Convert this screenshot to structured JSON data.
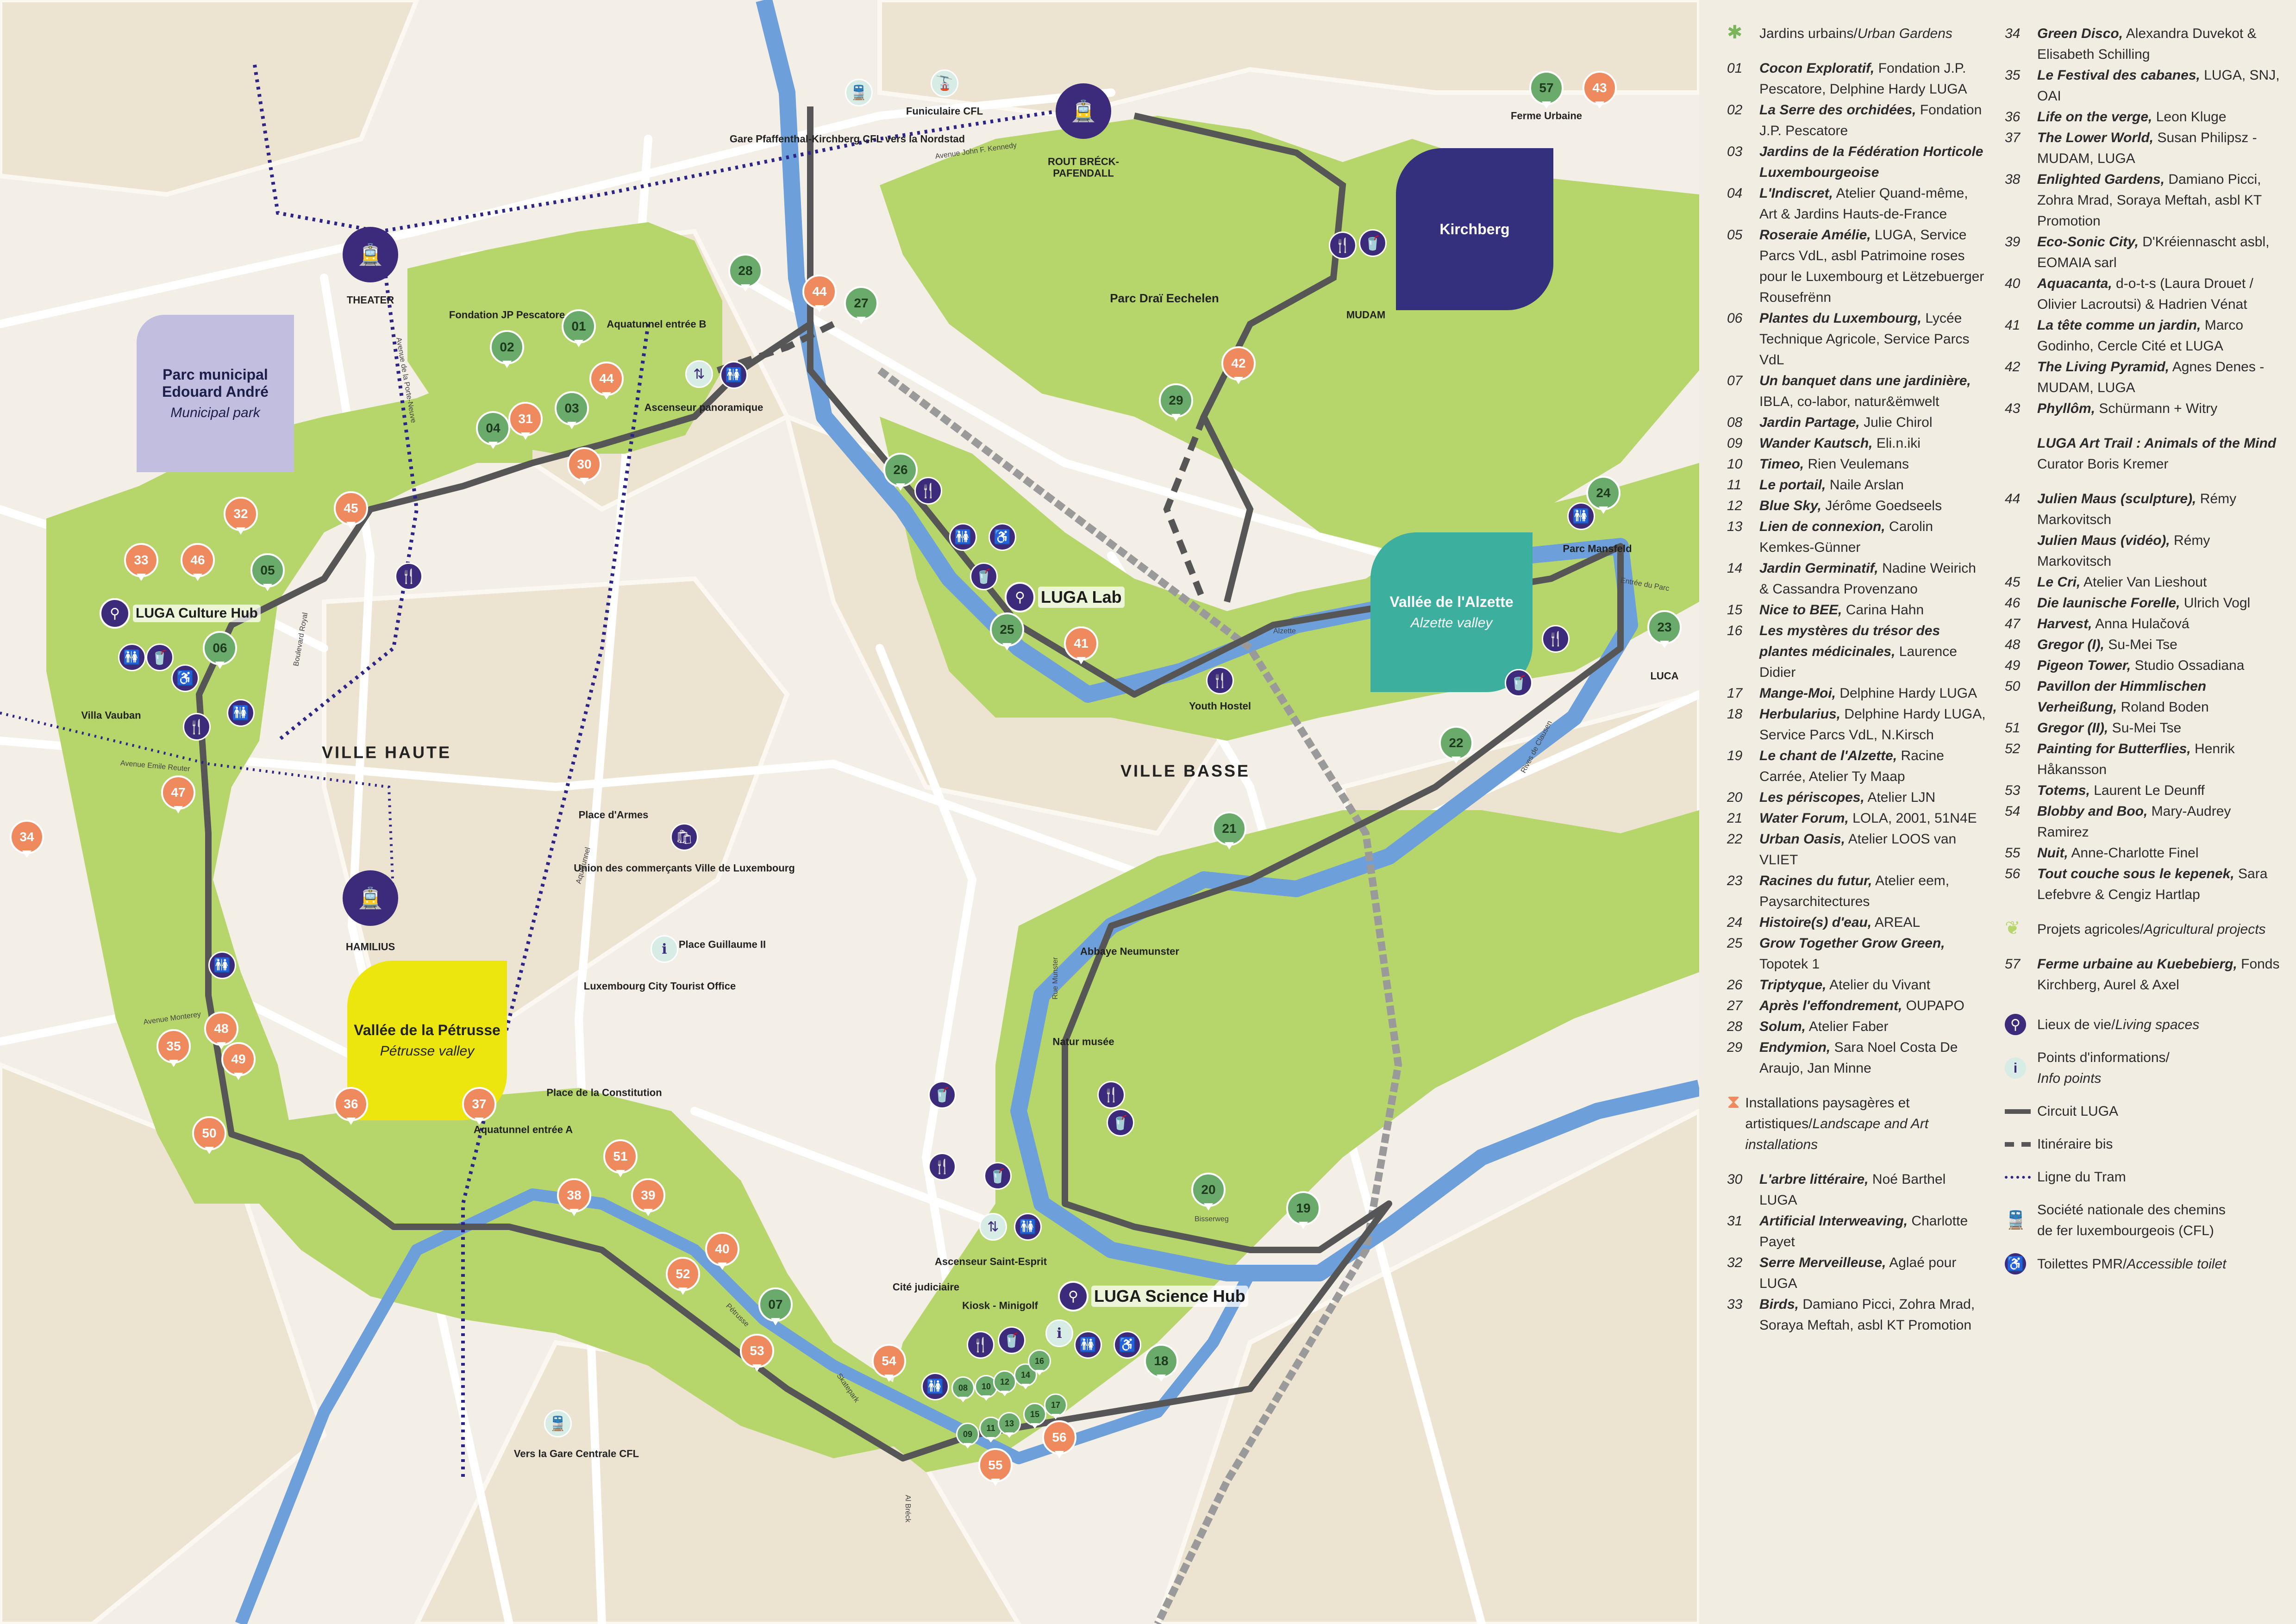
{
  "colors": {
    "park": "#b6d56a",
    "water": "#6d9fda",
    "circuit": "#565656",
    "tram_line": "#2c2587",
    "purple": "#3c2a7a",
    "green_pin": "#6aaa6a",
    "orange_pin": "#ee8a5e",
    "kirchberg": "#35307d",
    "alzette": "#3caf9f",
    "petrusse": "#ede60e",
    "parc_municipal": "#c1bedf",
    "background": "#f3efe6"
  },
  "map": {
    "areas": {
      "ville_haute": "VILLE HAUTE",
      "ville_basse": "VILLE BASSE"
    },
    "leaves": {
      "parc_municipal": {
        "title": "Parc municipal Edouard André",
        "subtitle": "Municipal park"
      },
      "kirchberg": {
        "title": "Kirchberg"
      },
      "alzette": {
        "title": "Vallée de l'Alzette",
        "subtitle": "Alzette valley"
      },
      "petrusse": {
        "title": "Vallée de la Pétrusse",
        "subtitle": "Pétrusse valley"
      }
    },
    "tram_stops": {
      "theater": "THEATER",
      "hamilius": "HAMILIUS",
      "rout_breck": "ROUT BRÉCK-PAFENDALL"
    },
    "hubs": {
      "culture": "LUGA Culture Hub",
      "lab": "LUGA Lab",
      "science": "LUGA Science Hub"
    },
    "labels": {
      "fondation": "Fondation JP Pescatore",
      "aquatunnel_b": "Aquatunnel entrée B",
      "ascenseur_pano": "Ascenseur panoramique",
      "gare_pfaff": "Gare Pfaffenthal-Kirchberg CFL vers la Nordstad",
      "funiculaire": "Funiculaire CFL",
      "ferme": "Ferme Urbaine",
      "parc_drai": "Parc Draï Eechelen",
      "mudam": "MUDAM",
      "parc_mansfeld": "Parc Mansfeld",
      "luca": "LUCA",
      "youth_hostel": "Youth Hostel",
      "villa_vauban": "Villa Vauban",
      "place_armes": "Place d'Armes",
      "union": "Union des commerçants Ville de Luxembourg",
      "place_guillaume": "Place Guillaume II",
      "tourist_office": "Luxembourg City Tourist Office",
      "abbaye": "Abbaye Neumunster",
      "natur": "Natur musée",
      "place_constitution": "Place de la Constitution",
      "aquatunnel_a": "Aquatunnel entrée A",
      "ascenseur_se": "Ascenseur Saint-Esprit",
      "cite_jud": "Cité judiciaire",
      "kiosk": "Kiosk - Minigolf",
      "gare_centrale": "Vers la Gare Centrale CFL",
      "aquatunnel_road": "Aquatunnel",
      "alzette_river": "Alzette",
      "rives": "Rives de Clausen",
      "petrusse_road": "Pétrusse",
      "skatepark": "Skatepark",
      "al_breck": "Al Bréck",
      "bisserweg": "Bisserweg",
      "rue_munster": "Rue Munster",
      "bd_royal": "Boulevard Royal",
      "av_reuter": "Avenue Emile Reuter",
      "av_monterey": "Avenue Monterey",
      "av_kennedy": "Avenue John F. Kennedy",
      "entree_parc": "Entrée du Parc",
      "av_porte_neuve": "Avenue de la Porte-Neuve"
    },
    "pins": [
      {
        "n": "01",
        "c": "green"
      },
      {
        "n": "02",
        "c": "green"
      },
      {
        "n": "03",
        "c": "green"
      },
      {
        "n": "04",
        "c": "green"
      },
      {
        "n": "05",
        "c": "green"
      },
      {
        "n": "06",
        "c": "green"
      },
      {
        "n": "07",
        "c": "green"
      },
      {
        "n": "18",
        "c": "green"
      },
      {
        "n": "19",
        "c": "green"
      },
      {
        "n": "20",
        "c": "green"
      },
      {
        "n": "21",
        "c": "green"
      },
      {
        "n": "22",
        "c": "green"
      },
      {
        "n": "23",
        "c": "green"
      },
      {
        "n": "24",
        "c": "green"
      },
      {
        "n": "25",
        "c": "green"
      },
      {
        "n": "26",
        "c": "green"
      },
      {
        "n": "27",
        "c": "green"
      },
      {
        "n": "28",
        "c": "green"
      },
      {
        "n": "29",
        "c": "green"
      },
      {
        "n": "57",
        "c": "green"
      },
      {
        "n": "30",
        "c": "orange"
      },
      {
        "n": "31",
        "c": "orange"
      },
      {
        "n": "32",
        "c": "orange"
      },
      {
        "n": "33",
        "c": "orange"
      },
      {
        "n": "34",
        "c": "orange"
      },
      {
        "n": "35",
        "c": "orange"
      },
      {
        "n": "36",
        "c": "orange"
      },
      {
        "n": "37",
        "c": "orange"
      },
      {
        "n": "38",
        "c": "orange"
      },
      {
        "n": "39",
        "c": "orange"
      },
      {
        "n": "40",
        "c": "orange"
      },
      {
        "n": "41",
        "c": "orange"
      },
      {
        "n": "42",
        "c": "orange"
      },
      {
        "n": "43",
        "c": "orange"
      },
      {
        "n": "44",
        "c": "orange"
      },
      {
        "n": "45",
        "c": "orange"
      },
      {
        "n": "46",
        "c": "orange"
      },
      {
        "n": "47",
        "c": "orange"
      },
      {
        "n": "48",
        "c": "orange"
      },
      {
        "n": "49",
        "c": "orange"
      },
      {
        "n": "50",
        "c": "orange"
      },
      {
        "n": "51",
        "c": "orange"
      },
      {
        "n": "52",
        "c": "orange"
      },
      {
        "n": "53",
        "c": "orange"
      },
      {
        "n": "54",
        "c": "orange"
      },
      {
        "n": "55",
        "c": "orange"
      },
      {
        "n": "56",
        "c": "orange"
      },
      {
        "n": "44",
        "c": "orange"
      },
      {
        "n": "08",
        "c": "green"
      },
      {
        "n": "09",
        "c": "green"
      },
      {
        "n": "10",
        "c": "green"
      },
      {
        "n": "11",
        "c": "green"
      },
      {
        "n": "12",
        "c": "green"
      },
      {
        "n": "13",
        "c": "green"
      },
      {
        "n": "14",
        "c": "green"
      },
      {
        "n": "15",
        "c": "green"
      },
      {
        "n": "16",
        "c": "green"
      },
      {
        "n": "17",
        "c": "green"
      }
    ]
  },
  "legend": {
    "urban_gardens_head": "Jardins urbains/",
    "urban_gardens_head_it": "Urban Gardens",
    "col1": [
      {
        "n": "01",
        "t": "Cocon Exploratif,",
        "s": " Fondation J.P. Pescatore, Delphine Hardy LUGA"
      },
      {
        "n": "02",
        "t": "La Serre des orchidées,",
        "s": " Fondation J.P. Pescatore"
      },
      {
        "n": "03",
        "t": "Jardins de la Fédération Horticole Luxembourgeoise",
        "s": ""
      },
      {
        "n": "04",
        "t": "L'Indiscret,",
        "s": " Atelier Quand-même, Art & Jardins Hauts-de-France"
      },
      {
        "n": "05",
        "t": "Roseraie Amélie,",
        "s": " LUGA, Service Parcs VdL, asbl Patrimoine roses pour le Luxembourg et Lëtzebuerger Rousefrënn"
      },
      {
        "n": "06",
        "t": "Plantes du Luxembourg,",
        "s": " Lycée Technique Agricole, Service Parcs VdL"
      },
      {
        "n": "07",
        "t": "Un banquet dans une jardinière,",
        "s": " IBLA, co-labor, natur&ëmwelt"
      },
      {
        "n": "08",
        "t": "Jardin Partage,",
        "s": " Julie Chirol"
      },
      {
        "n": "09",
        "t": "Wander Kautsch,",
        "s": " Eli.n.iki"
      },
      {
        "n": "10",
        "t": "Timeo,",
        "s": " Rien Veulemans"
      },
      {
        "n": "11",
        "t": "Le portail,",
        "s": " Naile Arslan"
      },
      {
        "n": "12",
        "t": "Blue Sky,",
        "s": " Jérôme Goedseels"
      },
      {
        "n": "13",
        "t": "Lien de connexion,",
        "s": " Carolin Kemkes-Günner"
      },
      {
        "n": "14",
        "t": "Jardin Germinatif,",
        "s": " Nadine Weirich & Cassandra Provenzano"
      },
      {
        "n": "15",
        "t": "Nice to BEE,",
        "s": " Carina Hahn"
      },
      {
        "n": "16",
        "t": "Les mystères du trésor des plantes médicinales,",
        "s": " Laurence Didier"
      },
      {
        "n": "17",
        "t": "Mange-Moi,",
        "s": " Delphine Hardy LUGA"
      },
      {
        "n": "18",
        "t": "Herbularius,",
        "s": " Delphine Hardy LUGA, Service Parcs VdL, N.Kirsch"
      },
      {
        "n": "19",
        "t": "Le chant de l'Alzette,",
        "s": " Racine Carrée, Atelier Ty Maap"
      },
      {
        "n": "20",
        "t": "Les périscopes,",
        "s": " Atelier LJN"
      },
      {
        "n": "21",
        "t": "Water Forum,",
        "s": " LOLA, 2001, 51N4E"
      },
      {
        "n": "22",
        "t": "Urban Oasis,",
        "s": " Atelier LOOS van VLIET"
      },
      {
        "n": "23",
        "t": "Racines du futur,",
        "s": " Atelier eem, Paysarchitectures"
      },
      {
        "n": "24",
        "t": "Histoire(s) d'eau,",
        "s": " AREAL"
      },
      {
        "n": "25",
        "t": "Grow Together Grow Green,",
        "s": " Topotek 1"
      },
      {
        "n": "26",
        "t": "Triptyque,",
        "s": " Atelier du Vivant"
      },
      {
        "n": "27",
        "t": "Après l'effondrement,",
        "s": " OUPAPO"
      },
      {
        "n": "28",
        "t": "Solum,",
        "s": " Atelier Faber"
      },
      {
        "n": "29",
        "t": "Endymion,",
        "s": " Sara Noel Costa De Araujo, Jan Minne"
      }
    ],
    "installations_head": "Installations paysagères et artistiques/",
    "installations_head_it": "Landscape and Art installations",
    "col1b": [
      {
        "n": "30",
        "t": "L'arbre littéraire,",
        "s": " Noé Barthel LUGA"
      },
      {
        "n": "31",
        "t": "Artificial Interweaving,",
        "s": " Charlotte Payet"
      },
      {
        "n": "32",
        "t": "Serre Merveilleuse,",
        "s": " Aglaé pour LUGA"
      },
      {
        "n": "33",
        "t": "Birds,",
        "s": " Damiano Picci, Zohra Mrad, Soraya Meftah, asbl KT Promotion"
      }
    ],
    "col2": [
      {
        "n": "34",
        "t": "Green Disco,",
        "s": " Alexandra Duvekot & Elisabeth Schilling"
      },
      {
        "n": "35",
        "t": "Le Festival des cabanes,",
        "s": " LUGA, SNJ, OAI"
      },
      {
        "n": "36",
        "t": "Life on the verge,",
        "s": " Leon Kluge"
      },
      {
        "n": "37",
        "t": "The Lower World,",
        "s": " Susan Philipsz - MUDAM, LUGA"
      },
      {
        "n": "38",
        "t": "Enlighted Gardens,",
        "s": " Damiano Picci, Zohra Mrad, Soraya Meftah, asbl KT Promotion"
      },
      {
        "n": "39",
        "t": "Eco-Sonic City,",
        "s": " D'Kréiennascht asbl, EOMAIA sarl"
      },
      {
        "n": "40",
        "t": "Aquacanta,",
        "s": " d-o-t-s (Laura Drouet / Olivier Lacroutsi) & Hadrien Vénat"
      },
      {
        "n": "41",
        "t": "La tête comme un jardin,",
        "s": " Marco Godinho, Cercle Cité et LUGA"
      },
      {
        "n": "42",
        "t": "The Living Pyramid,",
        "s": " Agnes Denes - MUDAM, LUGA"
      },
      {
        "n": "43",
        "t": "Phyllôm,",
        "s": " Schürmann + Witry"
      }
    ],
    "art_trail": "LUGA Art Trail : Animals of the Mind",
    "art_trail_sub": "Curator Boris Kremer",
    "col2b": [
      {
        "n": "44",
        "t": "Julien Maus (sculpture),",
        "s": " Rémy Markovitsch"
      },
      {
        "n": "",
        "t": "Julien Maus (vidéo),",
        "s": " Rémy Markovitsch"
      },
      {
        "n": "45",
        "t": "Le Cri,",
        "s": " Atelier Van Lieshout"
      },
      {
        "n": "46",
        "t": "Die launische Forelle,",
        "s": " Ulrich Vogl"
      },
      {
        "n": "47",
        "t": "Harvest,",
        "s": " Anna Hulačová"
      },
      {
        "n": "48",
        "t": "Gregor (I),",
        "s": " Su-Mei Tse"
      },
      {
        "n": "49",
        "t": "Pigeon Tower,",
        "s": " Studio Ossadiana"
      },
      {
        "n": "50",
        "t": "Pavillon der Himmlischen Verheißung,",
        "s": " Roland Boden"
      },
      {
        "n": "51",
        "t": "Gregor (II),",
        "s": " Su-Mei Tse"
      },
      {
        "n": "52",
        "t": "Painting for Butterflies,",
        "s": " Henrik Håkansson"
      },
      {
        "n": "53",
        "t": "Totems,",
        "s": " Laurent Le Deunff"
      },
      {
        "n": "54",
        "t": "Blobby and Boo,",
        "s": " Mary-Audrey Ramirez"
      },
      {
        "n": "55",
        "t": "Nuit,",
        "s": " Anne-Charlotte Finel"
      },
      {
        "n": "56",
        "t": "Tout couche sous le kepenek,",
        "s": " Sara Lefebvre & Cengiz Hartlap"
      }
    ],
    "agri_head": "Projets agricoles/",
    "agri_head_it": "Agricultural projects",
    "col2c": [
      {
        "n": "57",
        "t": "Ferme urbaine au Kuebebierg,",
        "s": " Fonds Kirchberg, Aurel & Axel"
      }
    ],
    "keys": {
      "living": "Lieux de vie/",
      "living_it": "Living spaces",
      "info": "Points d'informations/",
      "info_it": "Info points",
      "circuit": "Circuit LUGA",
      "bis": "Itinéraire bis",
      "tram": "Ligne du Tram",
      "cfl": "Société nationale des chemins de fer luxembourgeois (CFL)",
      "wc": "Toilettes PMR/",
      "wc_it": "Accessible toilet"
    }
  }
}
